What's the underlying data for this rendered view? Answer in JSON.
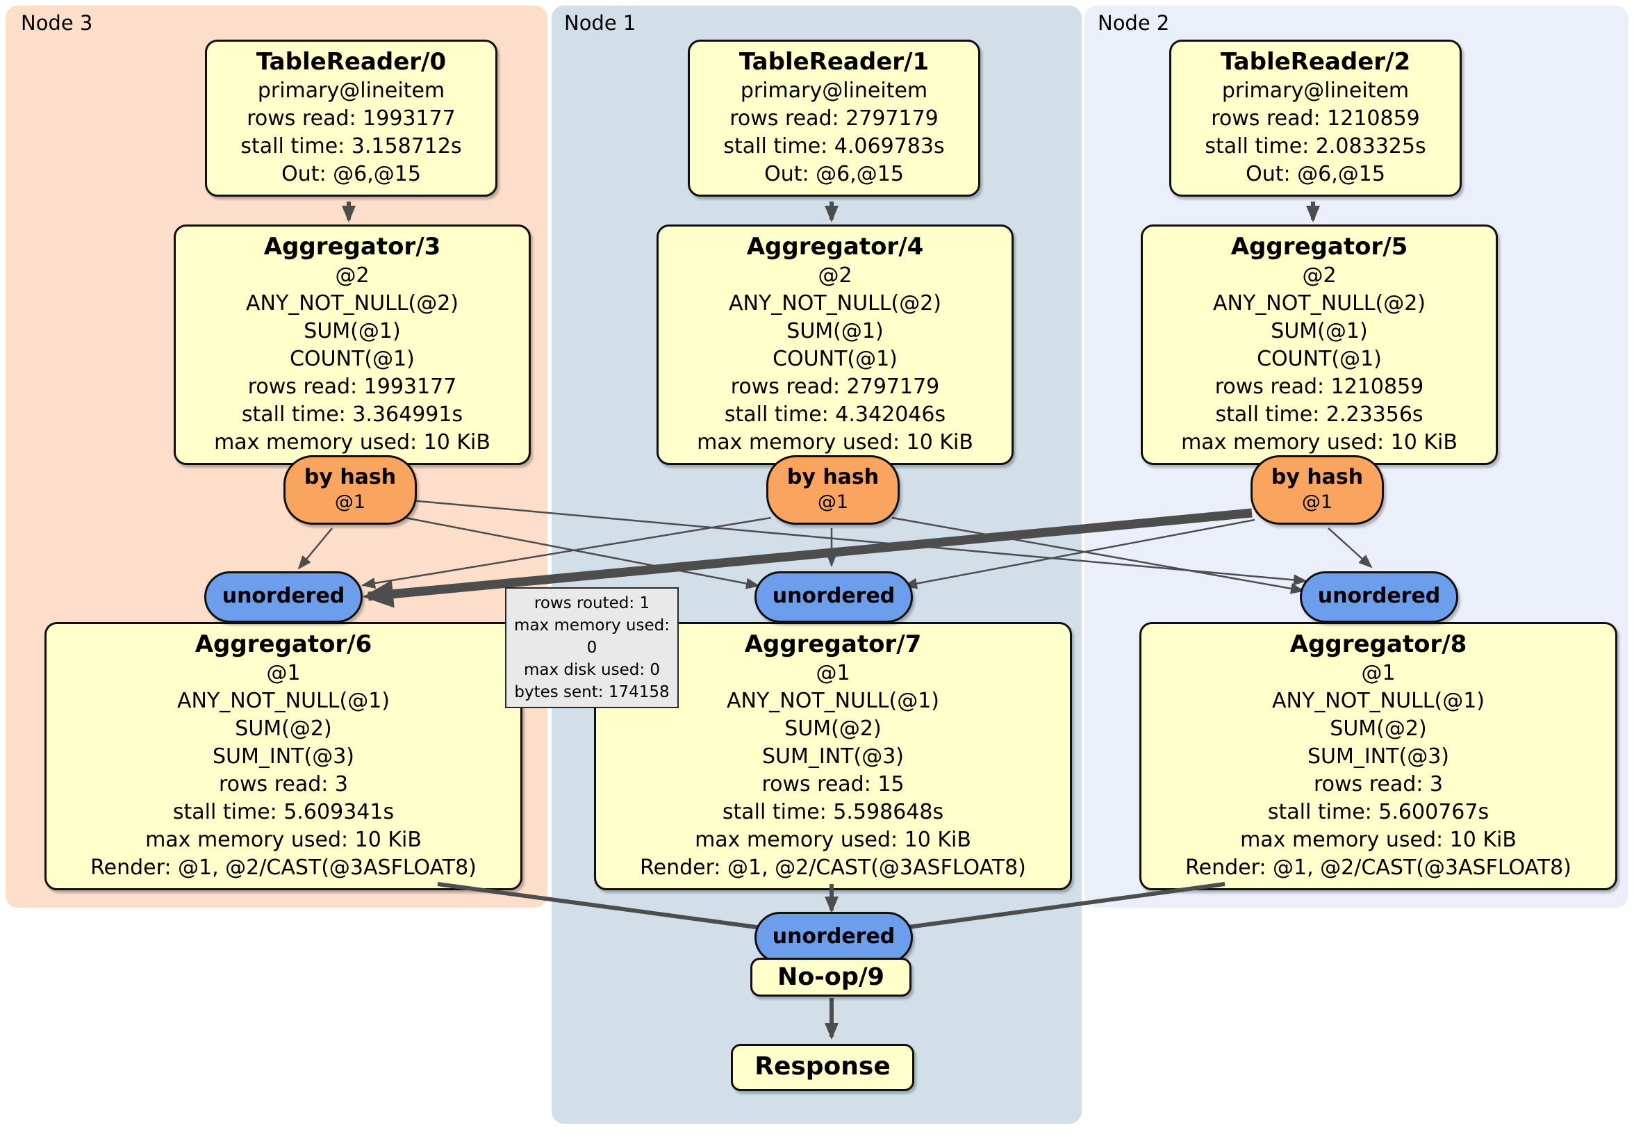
{
  "diagram": {
    "node3": {
      "label": "Node 3",
      "tablereader": {
        "title": "TableReader/0",
        "lines": [
          "primary@lineitem",
          "rows read: 1993177",
          "stall time: 3.158712s",
          "Out: @6,@15"
        ]
      },
      "aggregator_top": {
        "title": "Aggregator/3",
        "lines": [
          "@2",
          "ANY_NOT_NULL(@2)",
          "SUM(@1)",
          "COUNT(@1)",
          "rows read: 1993177",
          "stall time: 3.364991s",
          "max memory used: 10 KiB"
        ]
      },
      "router": {
        "label": "by hash",
        "detail": "@1"
      },
      "sync": {
        "label": "unordered"
      },
      "aggregator_bottom": {
        "title": "Aggregator/6",
        "lines": [
          "@1",
          "ANY_NOT_NULL(@1)",
          "SUM(@2)",
          "SUM_INT(@3)",
          "rows read: 3",
          "stall time: 5.609341s",
          "max memory used: 10 KiB",
          "Render: @1, @2/CAST(@3ASFLOAT8)"
        ]
      }
    },
    "node1": {
      "label": "Node 1",
      "tablereader": {
        "title": "TableReader/1",
        "lines": [
          "primary@lineitem",
          "rows read: 2797179",
          "stall time: 4.069783s",
          "Out: @6,@15"
        ]
      },
      "aggregator_top": {
        "title": "Aggregator/4",
        "lines": [
          "@2",
          "ANY_NOT_NULL(@2)",
          "SUM(@1)",
          "COUNT(@1)",
          "rows read: 2797179",
          "stall time: 4.342046s",
          "max memory used: 10 KiB"
        ]
      },
      "router": {
        "label": "by hash",
        "detail": "@1"
      },
      "sync": {
        "label": "unordered"
      },
      "aggregator_bottom": {
        "title": "Aggregator/7",
        "lines": [
          "@1",
          "ANY_NOT_NULL(@1)",
          "SUM(@2)",
          "SUM_INT(@3)",
          "rows read: 15",
          "stall time: 5.598648s",
          "max memory used: 10 KiB",
          "Render: @1, @2/CAST(@3ASFLOAT8)"
        ]
      },
      "final_sync": {
        "label": "unordered"
      },
      "noop": {
        "title": "No-op/9"
      },
      "response": {
        "title": "Response"
      }
    },
    "node2": {
      "label": "Node 2",
      "tablereader": {
        "title": "TableReader/2",
        "lines": [
          "primary@lineitem",
          "rows read: 1210859",
          "stall time: 2.083325s",
          "Out: @6,@15"
        ]
      },
      "aggregator_top": {
        "title": "Aggregator/5",
        "lines": [
          "@2",
          "ANY_NOT_NULL(@2)",
          "SUM(@1)",
          "COUNT(@1)",
          "rows read: 1210859",
          "stall time: 2.23356s",
          "max memory used: 10 KiB"
        ]
      },
      "router": {
        "label": "by hash",
        "detail": "@1"
      },
      "sync": {
        "label": "unordered"
      },
      "aggregator_bottom": {
        "title": "Aggregator/8",
        "lines": [
          "@1",
          "ANY_NOT_NULL(@1)",
          "SUM(@2)",
          "SUM_INT(@3)",
          "rows read: 3",
          "stall time: 5.600767s",
          "max memory used: 10 KiB",
          "Render: @1, @2/CAST(@3ASFLOAT8)"
        ]
      }
    }
  },
  "tooltip": {
    "lines": [
      "rows routed: 1",
      "max memory used: 0",
      "max disk used: 0",
      "bytes sent: 174158"
    ]
  },
  "colors": {
    "node3_bg": "#fcdecb",
    "node1_bg": "#d2dfe9",
    "node2_bg": "#ebeffa",
    "box_fill": "#ffffcc",
    "router_fill": "#f9a55f",
    "sync_fill": "#6d9eeb",
    "tooltip_bg": "#e9e9e9",
    "edge": "#4d4d4d"
  }
}
